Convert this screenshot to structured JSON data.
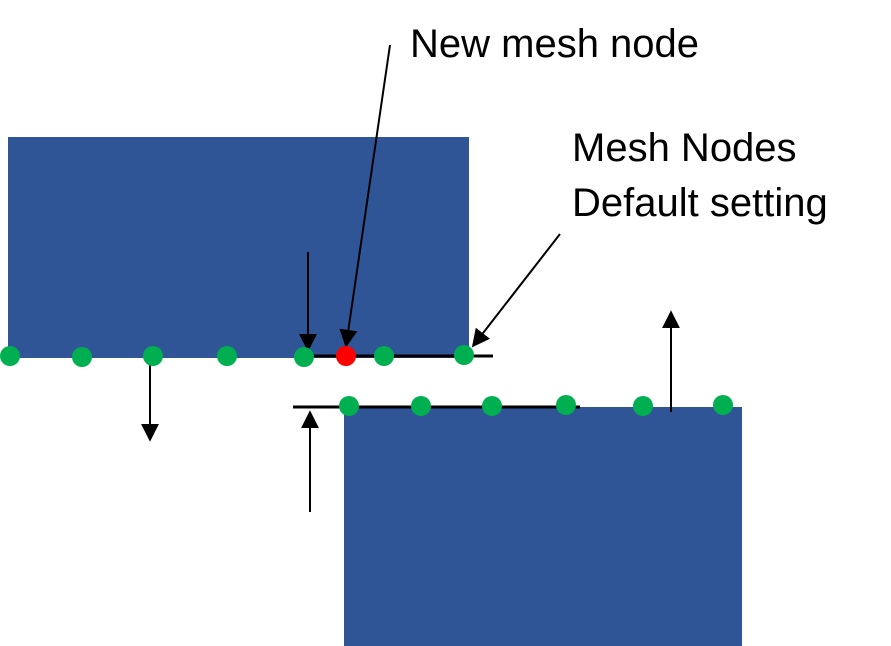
{
  "labels": {
    "new_mesh_node": "New mesh node",
    "mesh_nodes": "Mesh Nodes",
    "default_setting": "Default setting"
  },
  "colors": {
    "block": "#2f5597",
    "default_node": "#00b050",
    "new_node": "#ff0000",
    "line": "#000000",
    "background": "#ffffff"
  }
}
